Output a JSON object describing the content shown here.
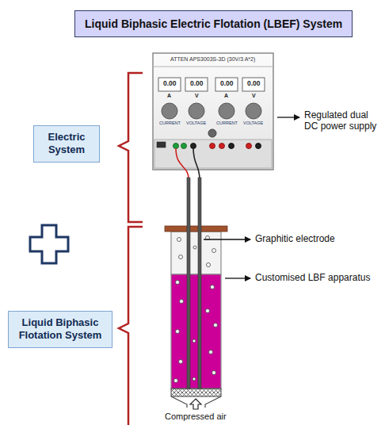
{
  "diagram": {
    "title": "Liquid Biphasic Electric Flotation (LBEF) System",
    "nodes": [
      {
        "text": [
          "Electric System"
        ]
      },
      {
        "text": [
          "Liquid Biphasic Flotation System"
        ]
      }
    ],
    "labels": [
      "ATTEN APS3003S-3D (30V/3 A*2)",
      "0.00",
      "0.00",
      "0.00",
      "0.00",
      "A",
      "V",
      "A",
      "V",
      "CURRENT",
      "VOLTAGE",
      "CURRENT",
      "VOLTAGE",
      "Regulated dual DC power supply",
      "Graphitic electrode",
      "Customised LBF apparatus",
      "Compressed air"
    ]
  }
}
